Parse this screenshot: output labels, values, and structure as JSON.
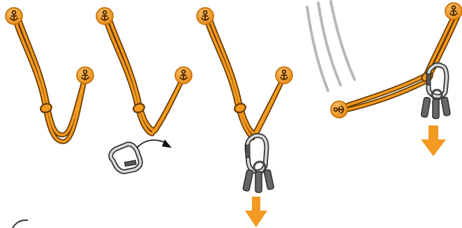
{
  "diagram": {
    "steps": [
      {
        "id": "step-1",
        "description_icons": [
          "anchor-icon",
          "anchor-icon"
        ]
      },
      {
        "id": "step-2",
        "description_icons": [
          "anchor-icon",
          "anchor-icon",
          "carabiner-icon",
          "rotate-arrow-icon"
        ]
      },
      {
        "id": "step-3",
        "description_icons": [
          "anchor-icon",
          "anchor-icon",
          "carabiner-icon",
          "keys-icon",
          "down-arrow-icon"
        ]
      },
      {
        "id": "step-4",
        "description_icons": [
          "anchor-icon",
          "anchor-icon",
          "carabiner-icon",
          "keys-icon",
          "down-arrow-icon",
          "fall-lines"
        ]
      }
    ],
    "colors": {
      "sling": "#f49b1e",
      "sling_outline": "#6a3a00",
      "anchor_disc": "#f3a540",
      "load_arrow": "#f39a22",
      "carabiner": "#333333",
      "keys": "#666666"
    }
  }
}
